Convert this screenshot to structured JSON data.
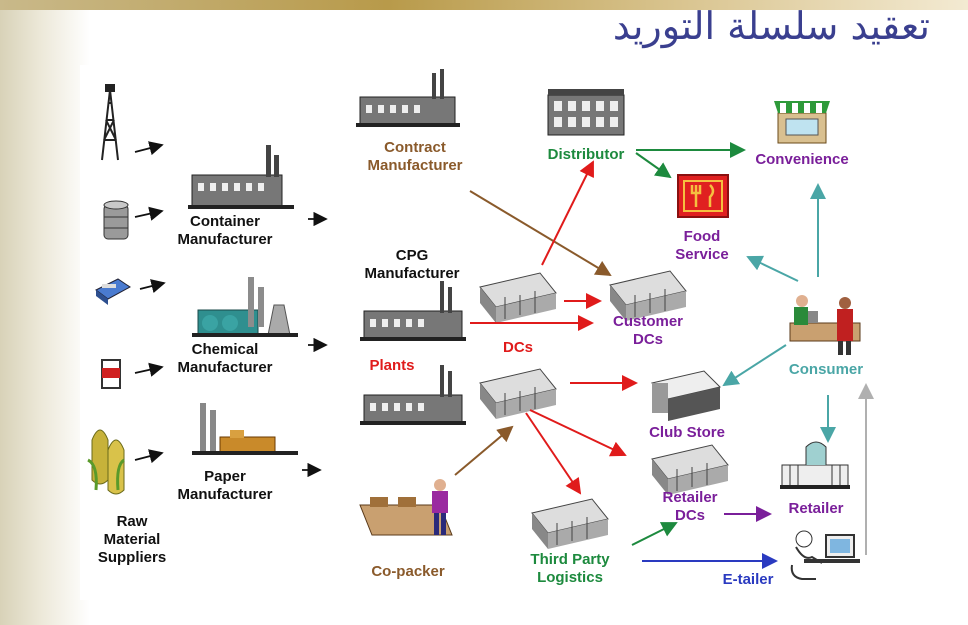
{
  "title": "تعقيد سلسلة التوريد",
  "colors": {
    "black": "#111111",
    "brown": "#8a5a2b",
    "green": "#1d8a3e",
    "purple": "#7a1f9a",
    "red": "#e01b1b",
    "teal": "#4aa6a6",
    "blue": "#2a3ac0",
    "gray": "#b0b0b0",
    "title": "#3a3f8f"
  },
  "labels": {
    "container_line1": "Container",
    "container_line2": "Manufacturer",
    "chemical_line1": "Chemical",
    "chemical_line2": "Manufacturer",
    "paper_line1": "Paper",
    "paper_line2": "Manufacturer",
    "raw_line1": "Raw",
    "raw_line2": "Material",
    "raw_line3": "Suppliers",
    "contract_line1": "Contract",
    "contract_line2": "Manufacturer",
    "cpg_line1": "CPG",
    "cpg_line2": "Manufacturer",
    "plants": "Plants",
    "dcs": "DCs",
    "copacker": "Co-packer",
    "distributor": "Distributor",
    "convenience": "Convenience",
    "food_line1": "Food",
    "food_line2": "Service",
    "customer_line1": "Customer",
    "customer_line2": "DCs",
    "consumer": "Consumer",
    "club_store": "Club Store",
    "retailer_dcs_line1": "Retailer",
    "retailer_dcs_line2": "DCs",
    "retailer": "Retailer",
    "third_party_line1": "Third Party",
    "third_party_line2": "Logistics",
    "etailer": "E-tailer"
  }
}
